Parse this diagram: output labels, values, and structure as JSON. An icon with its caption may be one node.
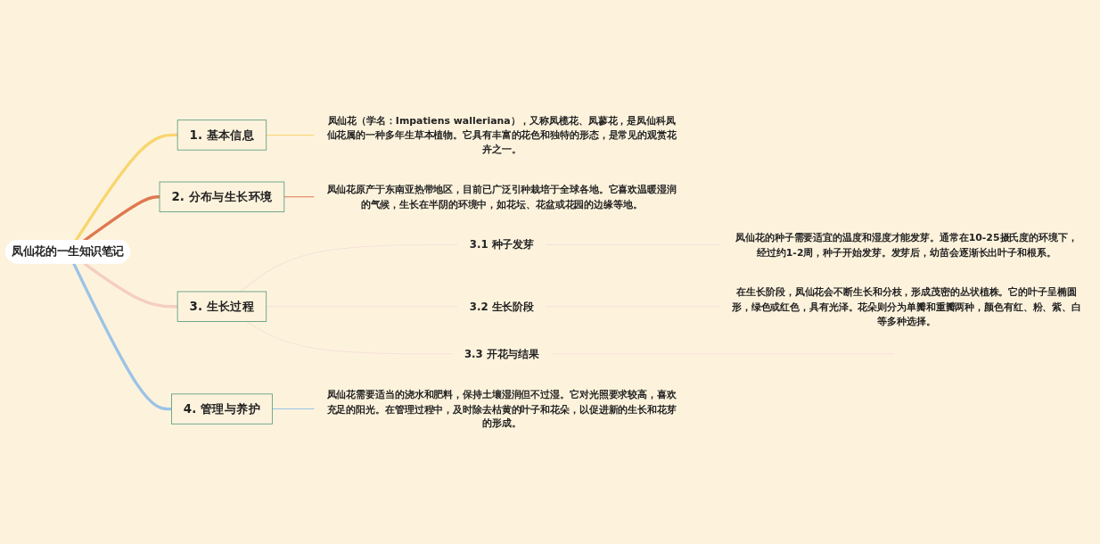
{
  "diagram": {
    "nodes": [
      {
        "text": [
          "凤仙花的一生知识笔记"
        ]
      },
      {
        "text": [
          "1. 基本信息"
        ]
      },
      {
        "text": [
          "凤仙花（学名：Impatiens walleriana），又称凤榄花、凤蓼花，是凤仙科凤仙花属的一种多年生草本植物。它具有丰富的花色和独特的形态，是常见的观赏花卉之一。"
        ]
      },
      {
        "text": [
          "2. 分布与生长环境"
        ]
      },
      {
        "text": [
          "凤仙花原产于东南亚热带地区，目前已广泛引种栽培于全球各地。它喜欢温暖湿润的气候，生长在半阴的环境中，如花坛、花盆或花园的边缘等地。"
        ]
      },
      {
        "text": [
          "3. 生长过程"
        ]
      },
      {
        "text": [
          "3.1 种子发芽"
        ]
      },
      {
        "text": [
          "凤仙花的种子需要适宜的温度和湿度才能发芽。通常在10-25摄氏度的环境下，经过约1-2周，种子开始发芽。发芽后，幼苗会逐渐长出叶子和根系。"
        ]
      },
      {
        "text": [
          "3.2 生长阶段"
        ]
      },
      {
        "text": [
          "在生长阶段，凤仙花会不断生长和分枝，形成茂密的丛状植株。它的叶子呈椭圆形，绿色或红色，具有光泽。花朵则分为单瓣和重瓣两种，颜色有红、粉、紫、白等多种选择。"
        ]
      },
      {
        "text": [
          "3.3 开花与结果"
        ]
      },
      {
        "text": [
          "4. 管理与养护"
        ]
      },
      {
        "text": [
          "凤仙花需要适当的浇水和肥料，保持土壤湿润但不过湿。它对光照要求较高，喜欢充足的阳光。在管理过程中，及时除去枯黄的叶子和花朵，以促进新的生长和花芽的形成。"
        ]
      }
    ],
    "edges": [
      {
        "from": 0,
        "to": 1,
        "arrow": "none",
        "style": "thick",
        "color": "#f9d56e"
      },
      {
        "from": 1,
        "to": 2,
        "arrow": "none",
        "color": "#f9d56e"
      },
      {
        "from": 0,
        "to": 3,
        "arrow": "none",
        "style": "thick",
        "color": "#e07850"
      },
      {
        "from": 3,
        "to": 4,
        "arrow": "none",
        "color": "#e07850"
      },
      {
        "from": 0,
        "to": 5,
        "arrow": "none",
        "style": "thick",
        "color": "#f6cdc2"
      },
      {
        "from": 5,
        "to": 6,
        "arrow": "none",
        "color": "#f6e0d8"
      },
      {
        "from": 6,
        "to": 7,
        "arrow": "none",
        "color": "#f6e0d8"
      },
      {
        "from": 5,
        "to": 8,
        "arrow": "none",
        "color": "#f6e0d8"
      },
      {
        "from": 8,
        "to": 9,
        "arrow": "none",
        "color": "#f6e0d8"
      },
      {
        "from": 5,
        "to": 10,
        "arrow": "none",
        "color": "#f6e0d8"
      },
      {
        "from": 10,
        "to": null,
        "arrow": "none",
        "color": "#f6e0d8"
      },
      {
        "from": 0,
        "to": 11,
        "arrow": "none",
        "style": "thick",
        "color": "#9cc3e6"
      },
      {
        "from": 11,
        "to": 12,
        "arrow": "none",
        "color": "#9cc3e6"
      }
    ]
  }
}
